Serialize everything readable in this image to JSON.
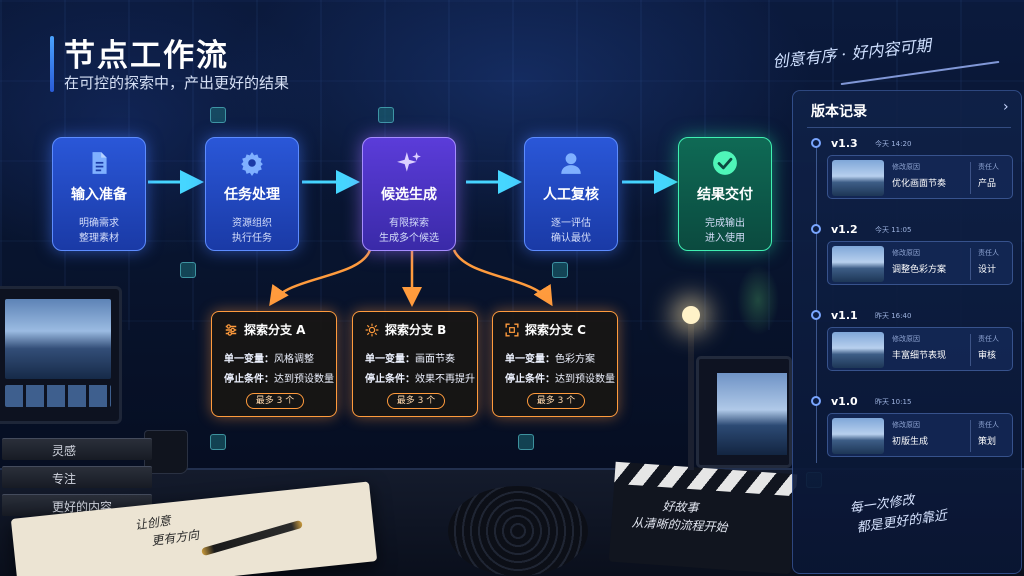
{
  "header": {
    "title": "节点工作流",
    "subtitle": "在可控的探索中，产出更好的结果",
    "slogan": "创意有序 · 好内容可期"
  },
  "nodes": [
    {
      "title": "输入准备",
      "desc1": "明确需求",
      "desc2": "整理素材",
      "icon": "document-icon"
    },
    {
      "title": "任务处理",
      "desc1": "资源组织",
      "desc2": "执行任务",
      "icon": "gear-icon"
    },
    {
      "title": "候选生成",
      "desc1": "有限探索",
      "desc2": "生成多个候选",
      "icon": "sparkle-icon"
    },
    {
      "title": "人工复核",
      "desc1": "逐一评估",
      "desc2": "确认最优",
      "icon": "user-icon"
    },
    {
      "title": "结果交付",
      "desc1": "完成输出",
      "desc2": "进入使用",
      "icon": "check-circle-icon"
    }
  ],
  "branches": [
    {
      "title": "探索分支 A",
      "var_label": "单一变量：",
      "var_value": "风格调整",
      "stop_label": "停止条件：",
      "stop_value": "达到预设数量",
      "limit": "最多 3 个",
      "icon": "sliders-icon"
    },
    {
      "title": "探索分支 B",
      "var_label": "单一变量：",
      "var_value": "画面节奏",
      "stop_label": "停止条件：",
      "stop_value": "效果不再提升",
      "limit": "最多 3 个",
      "icon": "sun-icon"
    },
    {
      "title": "探索分支 C",
      "var_label": "单一变量：",
      "var_value": "色彩方案",
      "stop_label": "停止条件：",
      "stop_value": "达到预设数量",
      "limit": "最多 3 个",
      "icon": "focus-frame-icon"
    }
  ],
  "version_panel": {
    "title": "版本记录",
    "reason_label": "修改原因",
    "owner_label": "责任人",
    "footer_line1": "每一次修改",
    "footer_line2": "都是更好的靠近",
    "versions": [
      {
        "version": "v1.3",
        "time": "今天 14:20",
        "reason": "优化画面节奏",
        "owner": "产品"
      },
      {
        "version": "v1.2",
        "time": "今天 11:05",
        "reason": "调整色彩方案",
        "owner": "设计"
      },
      {
        "version": "v1.1",
        "time": "昨天 16:40",
        "reason": "丰富细节表现",
        "owner": "审核"
      },
      {
        "version": "v1.0",
        "time": "昨天 10:15",
        "reason": "初版生成",
        "owner": "策划"
      }
    ]
  },
  "scene": {
    "books": [
      "灵感",
      "专注",
      "更好的内容"
    ],
    "notebook_line1": "让创意",
    "notebook_line2": "更有方向",
    "clapper_line1": "好故事",
    "clapper_line2": "从清晰的流程开始"
  },
  "colors": {
    "node_blue": "#2a57d8",
    "node_purple": "#5b3cd9",
    "node_green": "#0f6a55",
    "connector_cyan": "#46d6ff",
    "branch_orange": "#ff9b3d",
    "panel_bg": "#102248"
  }
}
